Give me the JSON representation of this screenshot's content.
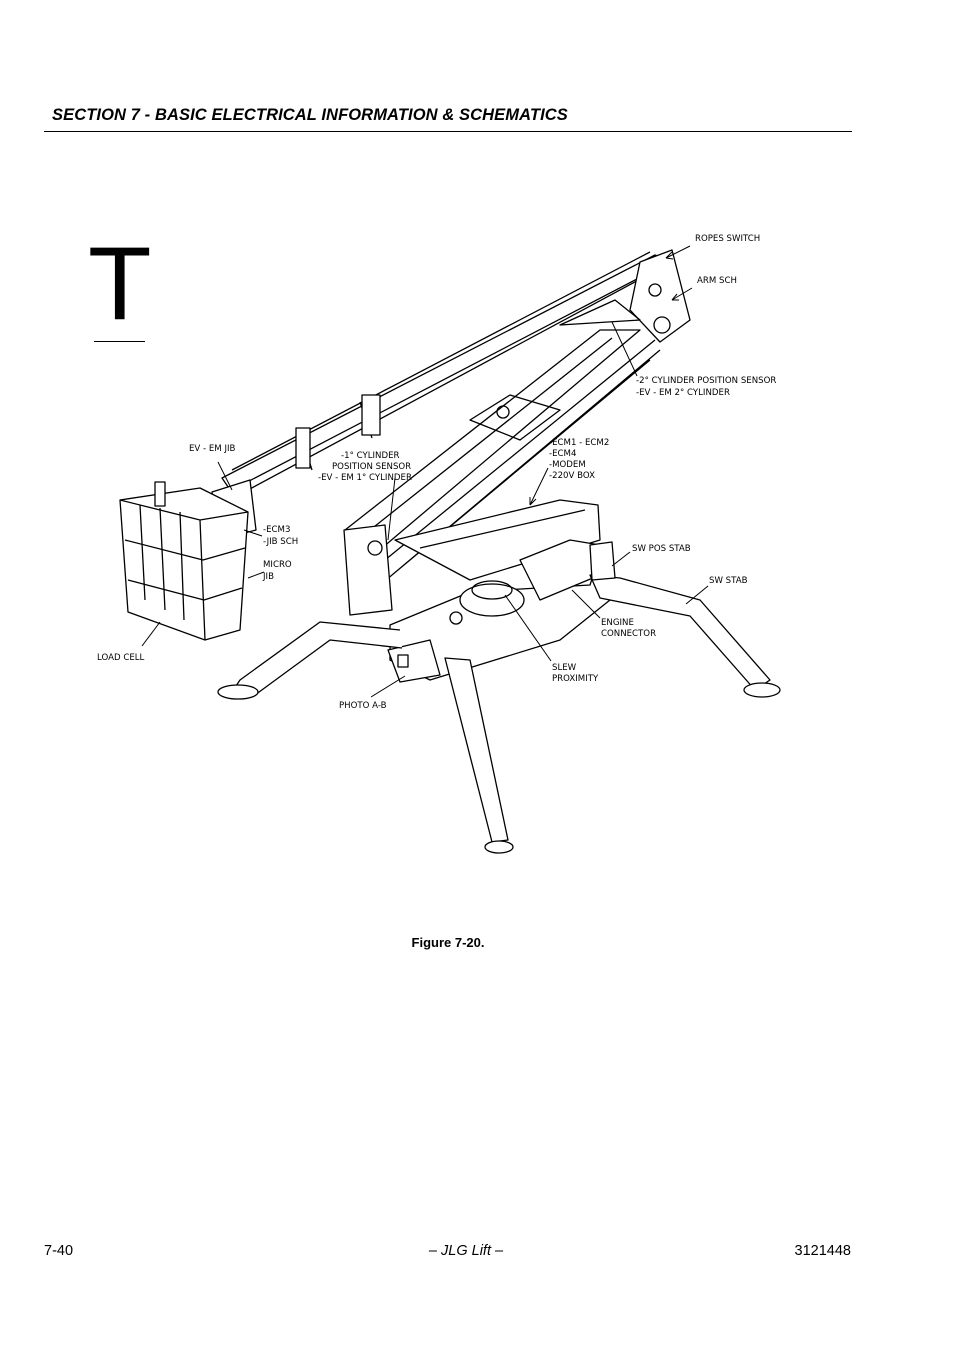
{
  "header": {
    "section_title": "SECTION 7 - BASIC ELECTRICAL INFORMATION & SCHEMATICS"
  },
  "tab": {
    "letter": "T"
  },
  "figure": {
    "caption": "Figure 7-20.",
    "labels": {
      "ropes_switch": "ROPES SWITCH",
      "arm_sch": "ARM SCH",
      "cyl2_sensor": "-2° CYLINDER POSITION SENSOR",
      "ev_em_cyl2": "-EV - EM 2° CYLINDER",
      "ecm1_ecm2": "-ECM1 - ECM2",
      "ecm4": "-ECM4",
      "modem": "-MODEM",
      "box_220v": "-220V BOX",
      "ev_em_jib": "EV - EM JIB",
      "cyl1_a": "-1° CYLINDER",
      "cyl1_b": "POSITION SENSOR",
      "cyl1_c": "-EV - EM 1° CYLINDER",
      "ecm3": "-ECM3",
      "jib_sch": "-JIB SCH",
      "micro": "MICRO",
      "jib": "JIB",
      "sw_pos_stab": "SW POS STAB",
      "sw_stab": "SW STAB",
      "engine": "ENGINE",
      "connector": "CONNECTOR",
      "load_cell": "LOAD CELL",
      "slew": "SLEW",
      "proximity": "PROXIMITY",
      "photo_ab": "PHOTO A-B"
    }
  },
  "footer": {
    "page_number": "7-40",
    "center": "– JLG Lift –",
    "doc_number": "3121448"
  }
}
